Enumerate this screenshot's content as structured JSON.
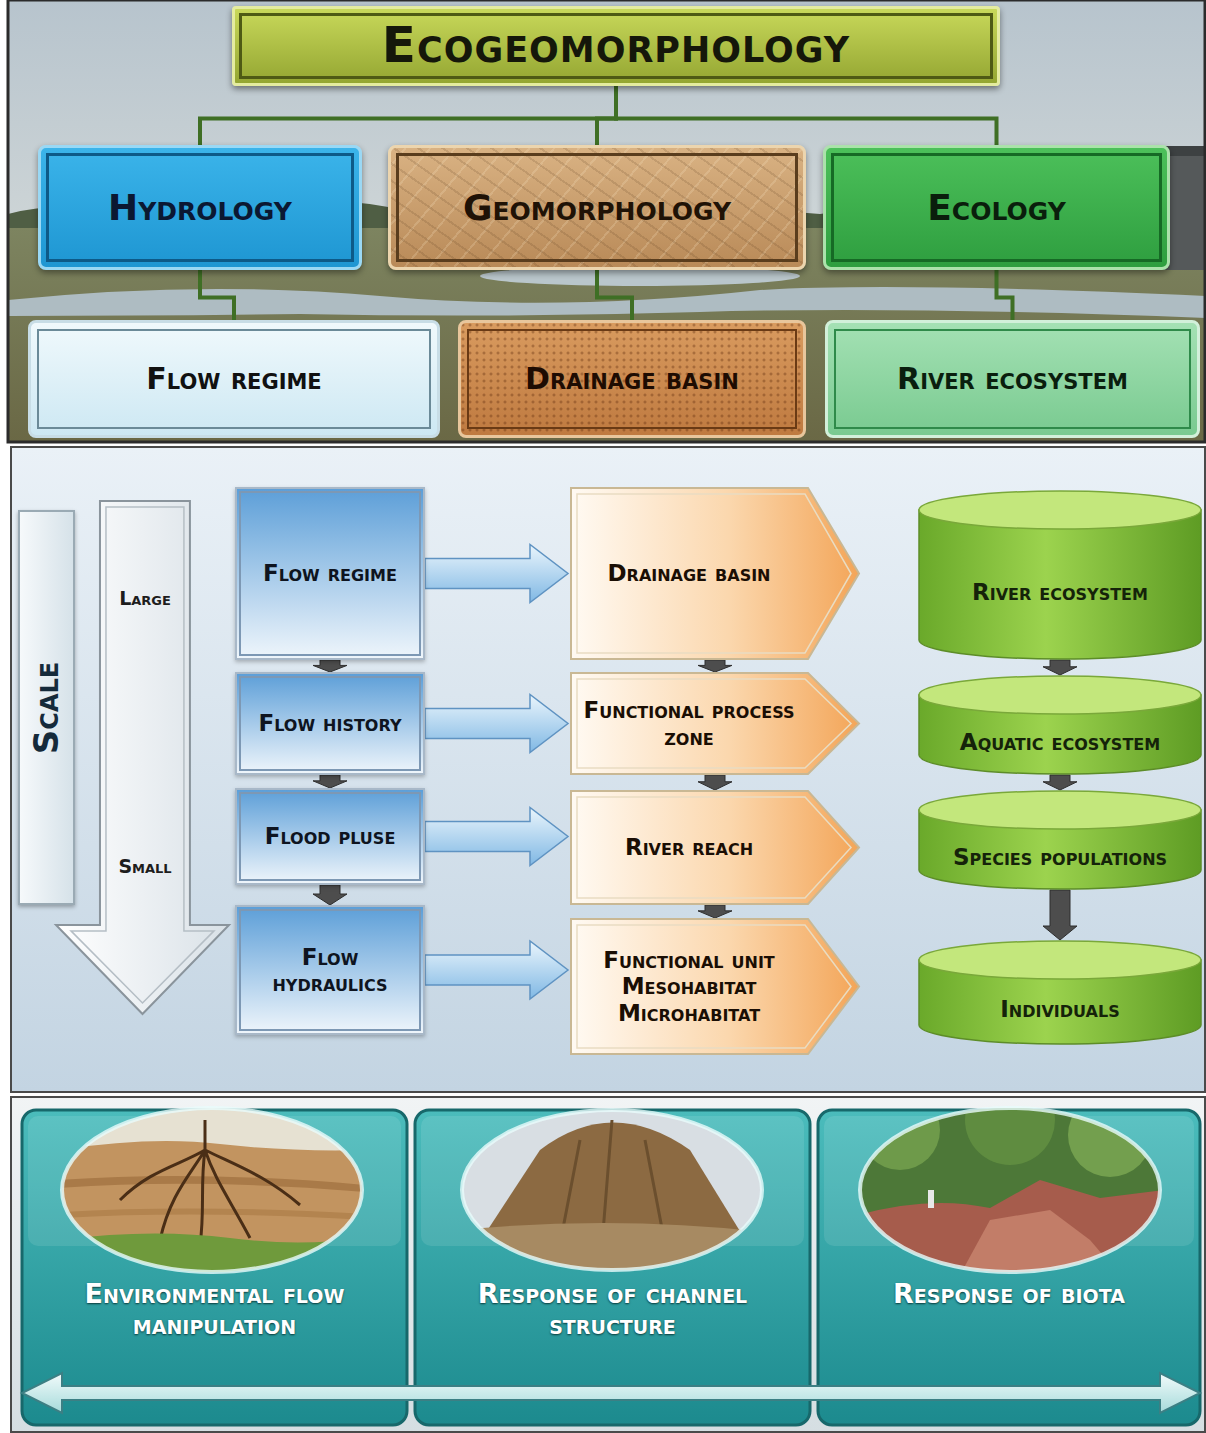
{
  "diagram": {
    "nodes": [
      {
        "text": [
          "Ecogeomorphology"
        ]
      },
      {
        "text": [
          "Hydrology"
        ]
      },
      {
        "text": [
          "Geomorphology"
        ]
      },
      {
        "text": [
          "Ecology"
        ]
      },
      {
        "text": [
          "Flow regime"
        ]
      },
      {
        "text": [
          "Drainage basin"
        ]
      },
      {
        "text": [
          "River ecosystem"
        ]
      },
      {
        "text": [
          "Scale"
        ]
      },
      {
        "text": [
          "Large",
          "Small"
        ]
      },
      {
        "text": [
          "Flow regime"
        ]
      },
      {
        "text": [
          "Flow history"
        ]
      },
      {
        "text": [
          "Flood pluse"
        ]
      },
      {
        "text": [
          "Flow hydraulics"
        ]
      },
      {
        "text": [
          "Drainage basin"
        ]
      },
      {
        "text": [
          "Functional process zone"
        ]
      },
      {
        "text": [
          "River reach"
        ]
      },
      {
        "text": [
          "Functional unit",
          "Mesohabitat",
          "Microhabitat"
        ]
      },
      {
        "text": [
          "River ecosystem"
        ]
      },
      {
        "text": [
          "Aquatic ecosystem"
        ]
      },
      {
        "text": [
          "Species populations"
        ]
      },
      {
        "text": [
          "Individuals"
        ]
      },
      {
        "text": [
          "Environmental flow manipulation"
        ]
      },
      {
        "text": [
          "Response of channel structure"
        ]
      },
      {
        "text": [
          "Response of biota"
        ]
      }
    ],
    "edges": [
      {
        "from": 0,
        "to": 1,
        "arrow": "none"
      },
      {
        "from": 0,
        "to": 2,
        "arrow": "none"
      },
      {
        "from": 0,
        "to": 3,
        "arrow": "none"
      },
      {
        "from": 1,
        "to": 4,
        "arrow": "none"
      },
      {
        "from": 2,
        "to": 5,
        "arrow": "none"
      },
      {
        "from": 3,
        "to": 6,
        "arrow": "none"
      },
      {
        "from": 9,
        "to": 13,
        "arrow": "to"
      },
      {
        "from": 10,
        "to": 14,
        "arrow": "to"
      },
      {
        "from": 11,
        "to": 15,
        "arrow": "to"
      },
      {
        "from": 12,
        "to": 16,
        "arrow": "to"
      },
      {
        "from": 9,
        "to": 10,
        "arrow": "to"
      },
      {
        "from": 10,
        "to": 11,
        "arrow": "to"
      },
      {
        "from": 11,
        "to": 12,
        "arrow": "to"
      },
      {
        "from": 13,
        "to": 14,
        "arrow": "to"
      },
      {
        "from": 14,
        "to": 15,
        "arrow": "to"
      },
      {
        "from": 15,
        "to": 16,
        "arrow": "to"
      },
      {
        "from": 17,
        "to": 18,
        "arrow": "to"
      },
      {
        "from": 18,
        "to": 19,
        "arrow": "to"
      },
      {
        "from": 19,
        "to": 20,
        "arrow": "to"
      },
      {
        "from": 21,
        "to": 23,
        "arrow": "both"
      }
    ]
  }
}
